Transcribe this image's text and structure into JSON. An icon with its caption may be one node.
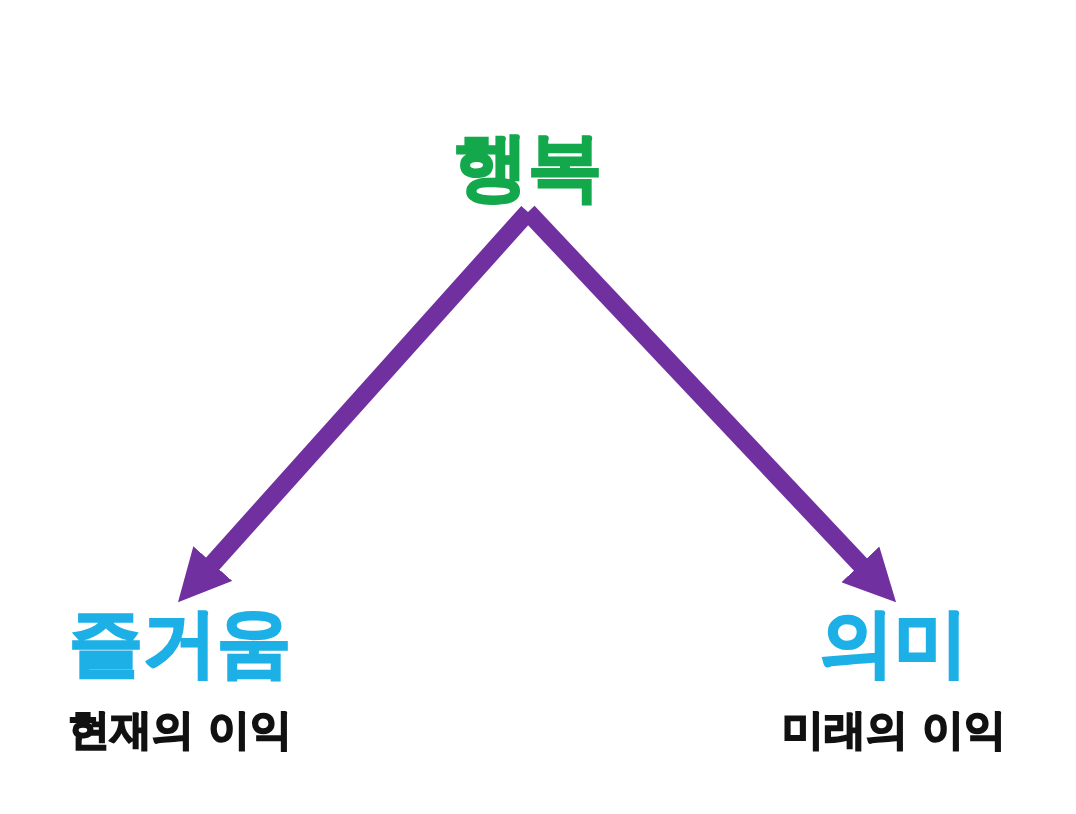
{
  "diagram": {
    "nodes": [
      {
        "text": [
          "행복"
        ]
      },
      {
        "text": [
          "즐거움"
        ],
        "beside": [
          "현재의 이익"
        ]
      },
      {
        "text": [
          "의미"
        ],
        "beside": [
          "미래의 이익"
        ]
      }
    ],
    "edges": [
      {
        "from": 0,
        "to": 1,
        "arrow": "to"
      },
      {
        "from": 0,
        "to": 2,
        "arrow": "to"
      }
    ]
  }
}
